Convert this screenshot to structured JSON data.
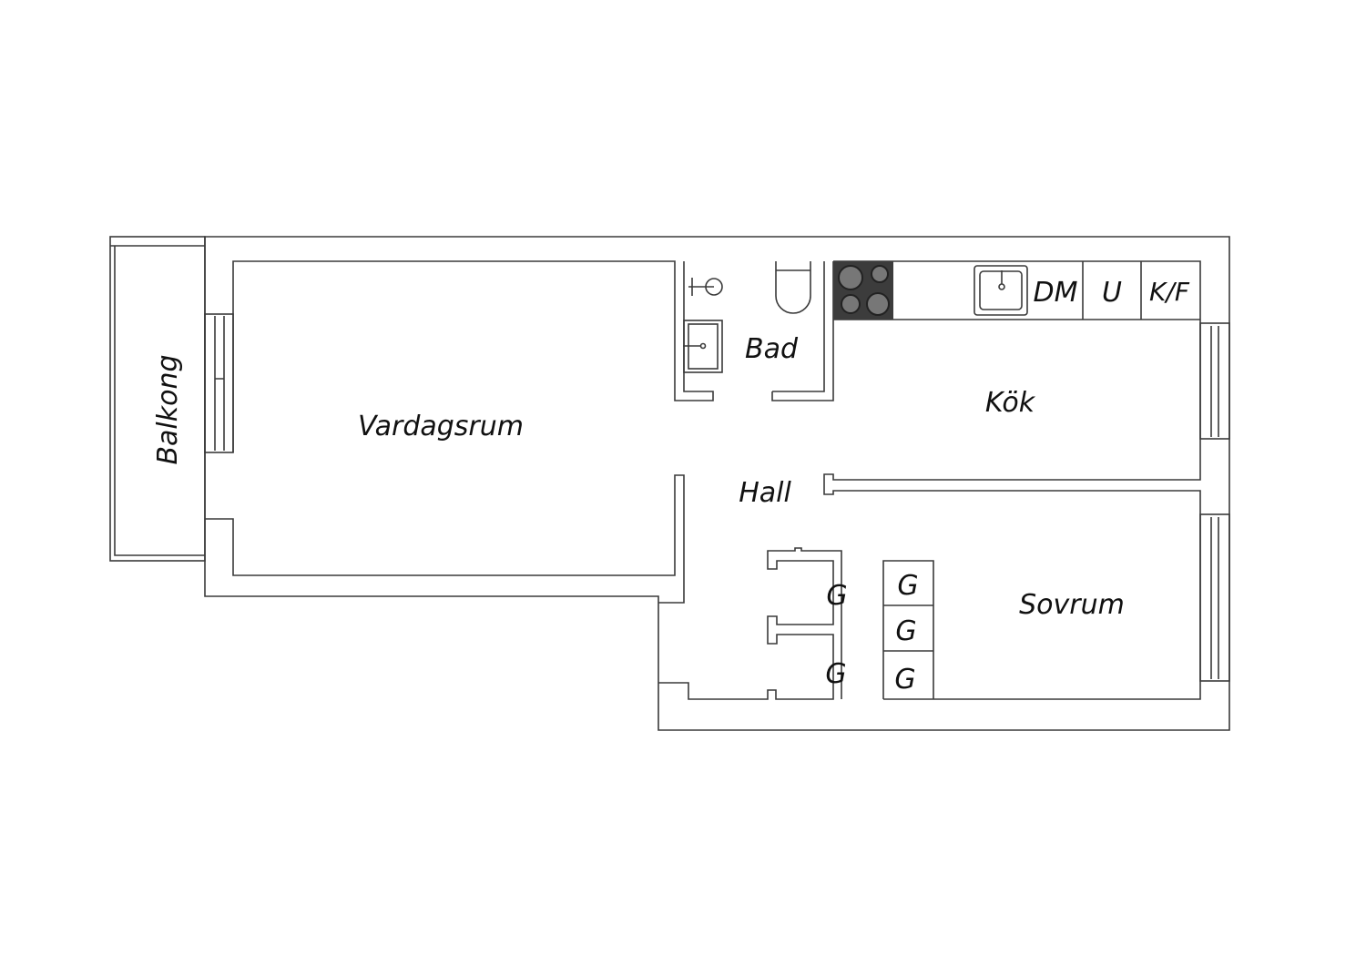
{
  "rooms": {
    "balcony": "Balkong",
    "living": "Vardagsrum",
    "bath": "Bad",
    "kitchen": "Kök",
    "hall": "Hall",
    "bedroom": "Sovrum"
  },
  "fixtures": {
    "dishwasher": "DM",
    "oven": "U",
    "fridge_freezer": "K/F"
  },
  "closets": [
    "G",
    "G",
    "G",
    "G",
    "G"
  ],
  "colors": {
    "stove": "#3c3c3c",
    "burner": "#777777",
    "line": "#3a3a3a"
  }
}
